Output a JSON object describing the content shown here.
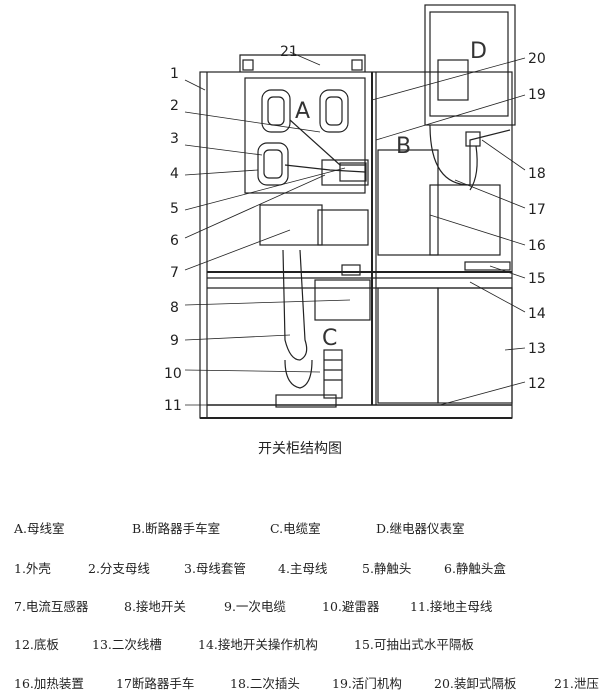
{
  "diagram": {
    "caption": "开关柜结构图",
    "zone_labels": {
      "A": "A",
      "B": "B",
      "C": "C",
      "D": "D"
    },
    "callouts": [
      "1",
      "2",
      "3",
      "4",
      "5",
      "6",
      "7",
      "8",
      "9",
      "10",
      "11",
      "12",
      "13",
      "14",
      "15",
      "16",
      "17",
      "18",
      "19",
      "20",
      "21"
    ]
  },
  "legend": {
    "rows": [
      [
        "A.母线室",
        "B.断路器手车室",
        "C.电缆室",
        "D.继电器仪表室"
      ],
      [
        "1.外壳",
        "2.分支母线",
        "3.母线套管",
        "4.主母线",
        "5.静触头",
        "6.静触头盒"
      ],
      [
        "7.电流互感器",
        "8.接地开关",
        "9.一次电缆",
        "10.避雷器",
        "11.接地主母线"
      ],
      [
        "12.底板",
        "13.二次线槽",
        "14.接地开关操作机构",
        "15.可抽出式水平隔板"
      ],
      [
        "16.加热装置",
        "17断路器手车",
        "18.二次插头",
        "19.活门机构",
        "20.装卸式隔板",
        "21.泄压"
      ]
    ]
  }
}
